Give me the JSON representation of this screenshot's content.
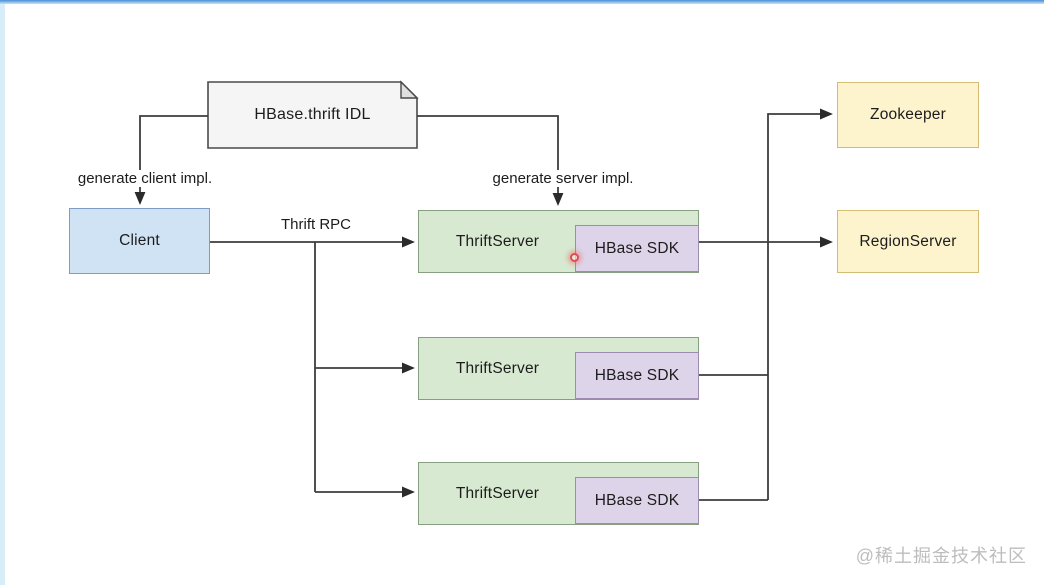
{
  "diagram": {
    "idl_document": {
      "label": "HBase.thrift IDL"
    },
    "client": {
      "label": "Client"
    },
    "edge_labels": {
      "generate_client": "generate client impl.",
      "generate_server": "generate server impl.",
      "thrift_rpc": "Thrift RPC"
    },
    "servers": [
      {
        "label": "ThriftServer",
        "sdk_label": "HBase SDK"
      },
      {
        "label": "ThriftServer",
        "sdk_label": "HBase SDK"
      },
      {
        "label": "ThriftServer",
        "sdk_label": "HBase SDK"
      }
    ],
    "zookeeper": {
      "label": "Zookeeper"
    },
    "regionserver": {
      "label": "RegionServer"
    }
  },
  "watermark": "@稀土掘金技术社区",
  "colors": {
    "accent_top": "#4a8fd3",
    "accent_left": "#d7edf8",
    "line": "#3d3d3d",
    "arrow": "#2b2b2b",
    "blue_fill": "#cfe3f4",
    "blue_stroke": "#7e9cc4",
    "green_fill": "#d8e9d1",
    "green_stroke": "#879e80",
    "purple_fill": "#ded4e9",
    "purple_stroke": "#9d8bb0",
    "yellow_fill": "#fdf4ce",
    "yellow_stroke": "#d3bd72",
    "doc_fill": "#f5f5f5",
    "doc_fold": "#e0e0e0",
    "doc_stroke": "#4a4a4a",
    "laser": "#e34b4b",
    "watermark": "#bdbdbd"
  }
}
